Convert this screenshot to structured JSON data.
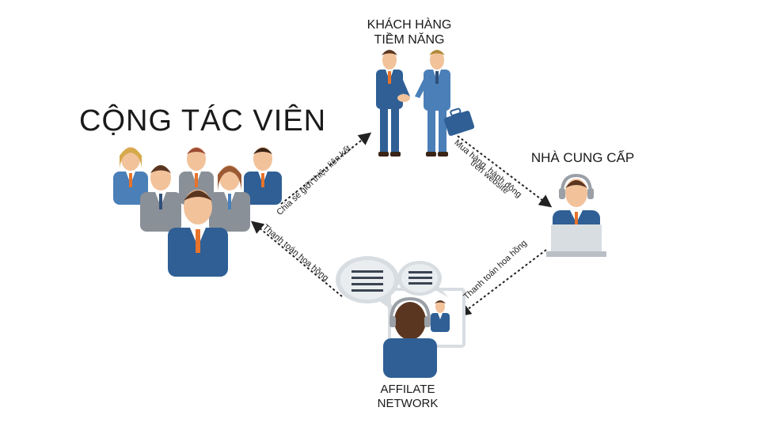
{
  "nodes": {
    "cong_tac_vien": "CỘNG TÁC VIÊN",
    "khach_hang_line1": "KHÁCH HÀNG",
    "khach_hang_line2": "TIỀM NĂNG",
    "nha_cung_cap": "NHÀ CUNG CẤP",
    "affiliate_line1": "AFFILATE",
    "affiliate_line2": "NETWORK"
  },
  "edges": {
    "ctv_to_kh": "Chia sẻ giới thiệu liên kết",
    "kh_to_ncc_line1": "Mua hàng, hành động",
    "kh_to_ncc_line2": "trên website",
    "ncc_to_an": "Thanh toán hoa hồng",
    "an_to_ctv": "Thanh toán hoa hồng"
  },
  "colors": {
    "suit_blue": "#2f5f95",
    "suit_light_blue": "#4a7fb8",
    "suit_gray": "#8a9097",
    "skin": "#f2c29b",
    "hair_brown": "#5a3621",
    "tie_orange": "#e8732a",
    "bubble_gray": "#d8dde2",
    "arrow": "#222222"
  }
}
